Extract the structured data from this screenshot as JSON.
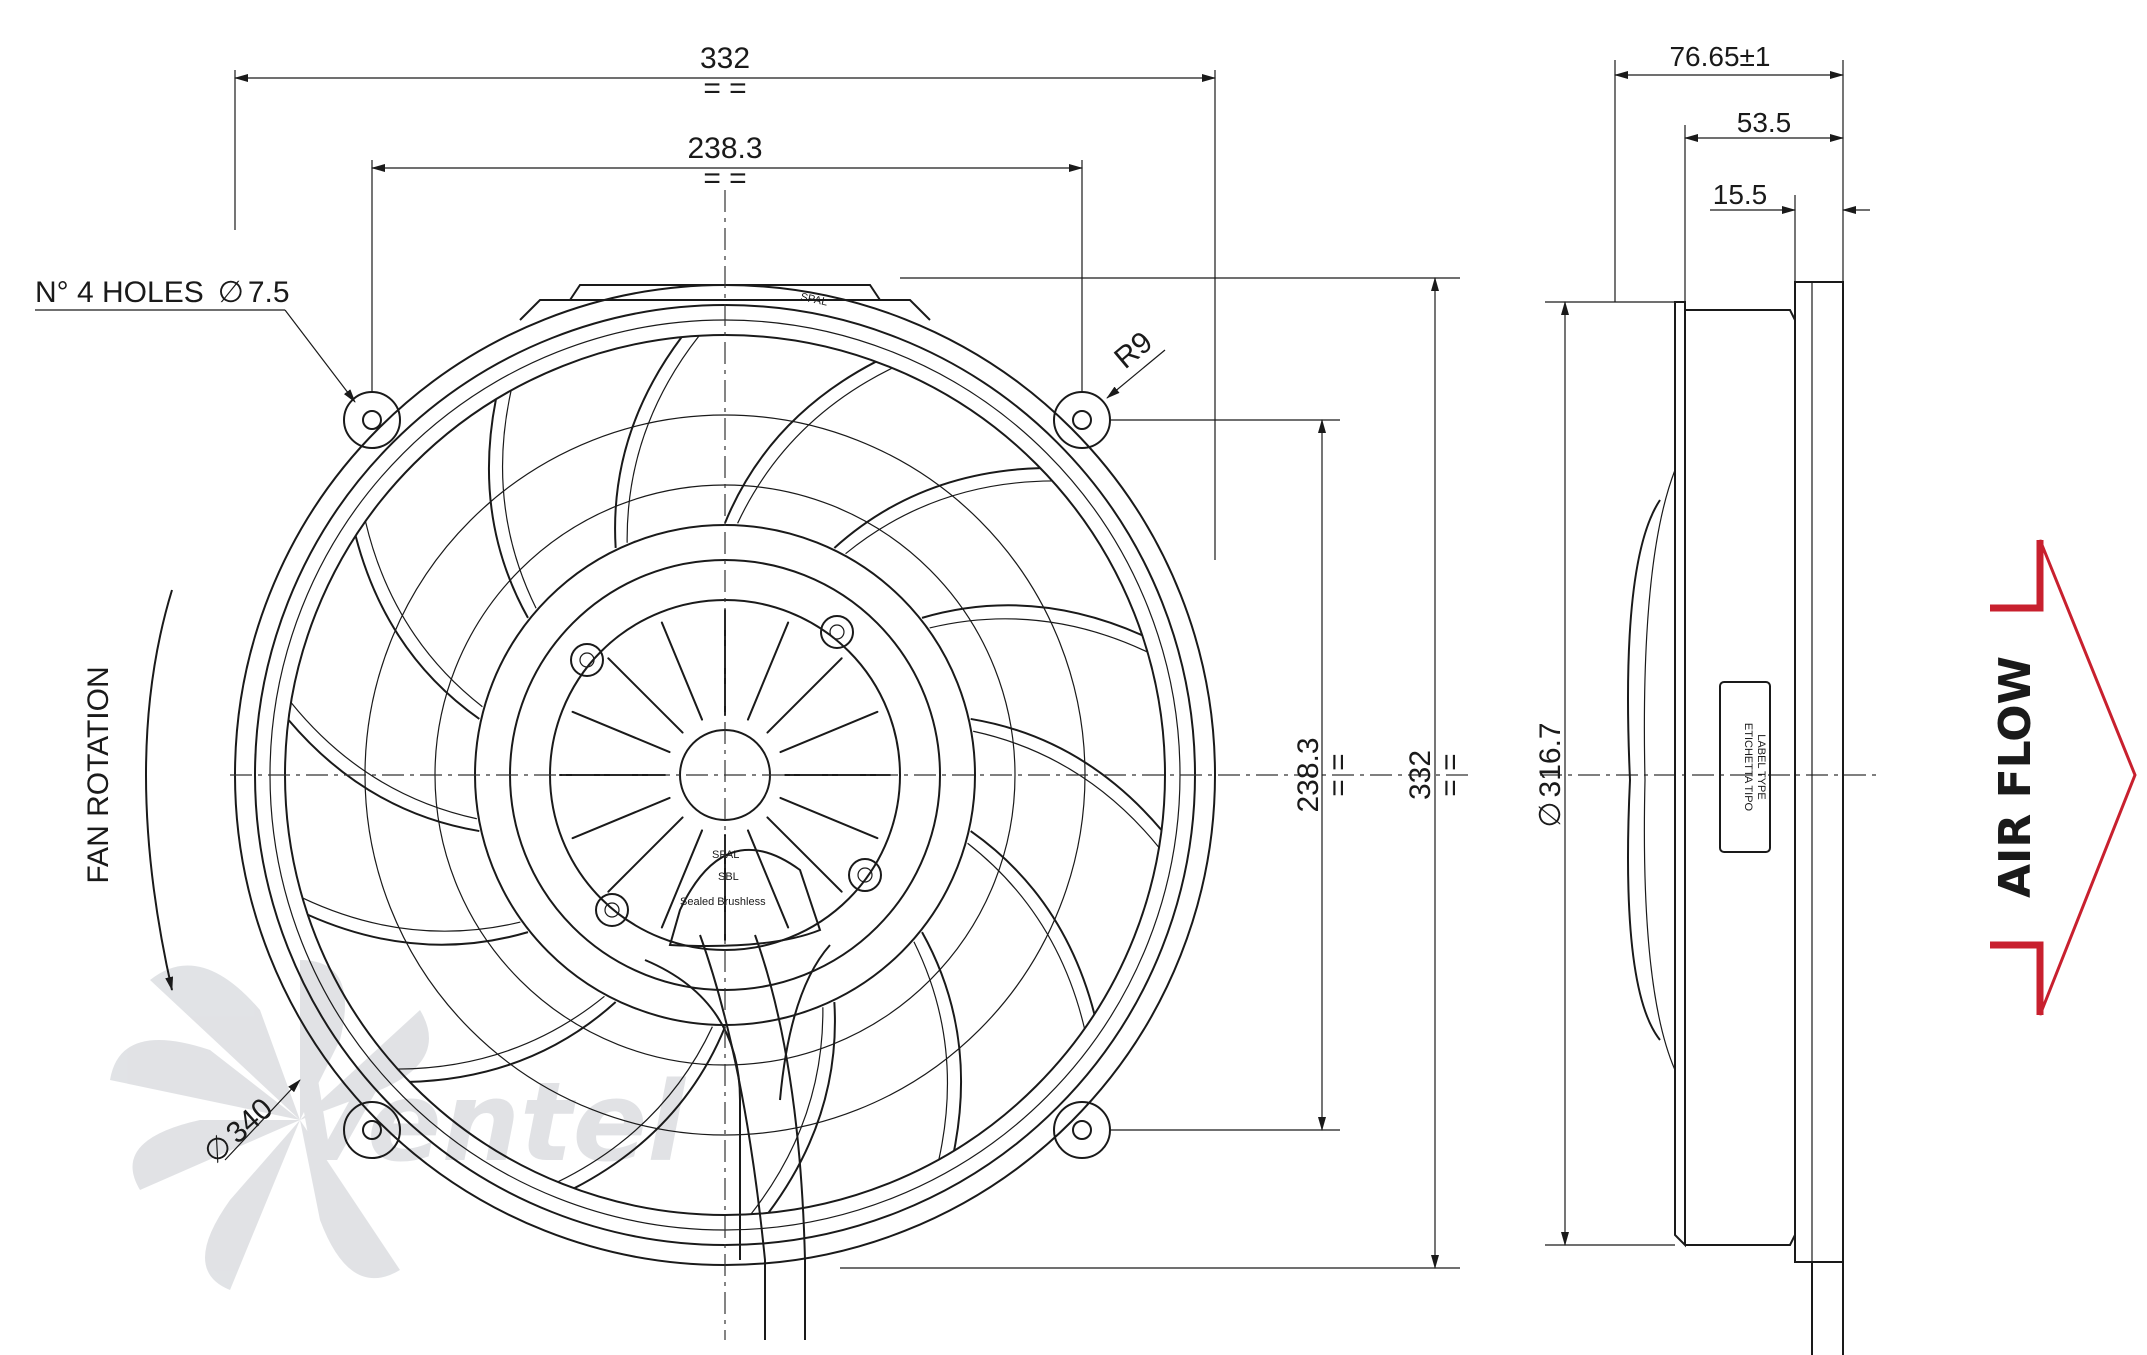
{
  "front_view": {
    "overall_width": "332",
    "hole_spacing_h": "238.3",
    "overall_height": "332",
    "hole_spacing_v": "238.3",
    "equal_mark": "= =",
    "holes_label": "N° 4 HOLES",
    "holes_dia": "7.5",
    "radius_label": "R9",
    "sweep_dia": "340",
    "rotation_label": "FAN ROTATION",
    "brand_mark": "SPAL",
    "hub_brand": "SPAL",
    "hub_sub": "SBL",
    "sealed_label": "Sealed Brushless"
  },
  "side_view": {
    "total_depth": "76.65±1",
    "depth_2": "53.5",
    "depth_3": "15.5",
    "shroud_dia": "316.7",
    "label_line1": "ETICHETTA TIPO",
    "label_line2": "LABEL TYPE"
  },
  "airflow_label": "AIR FLOW",
  "watermark": "Ventel",
  "colors": {
    "line": "#1a1a1a",
    "arrow": "#c8202e",
    "watermark": "#c9ccd1",
    "watermark_accent": "#8fc4e6"
  },
  "symbols": {
    "diameter": "∅"
  }
}
